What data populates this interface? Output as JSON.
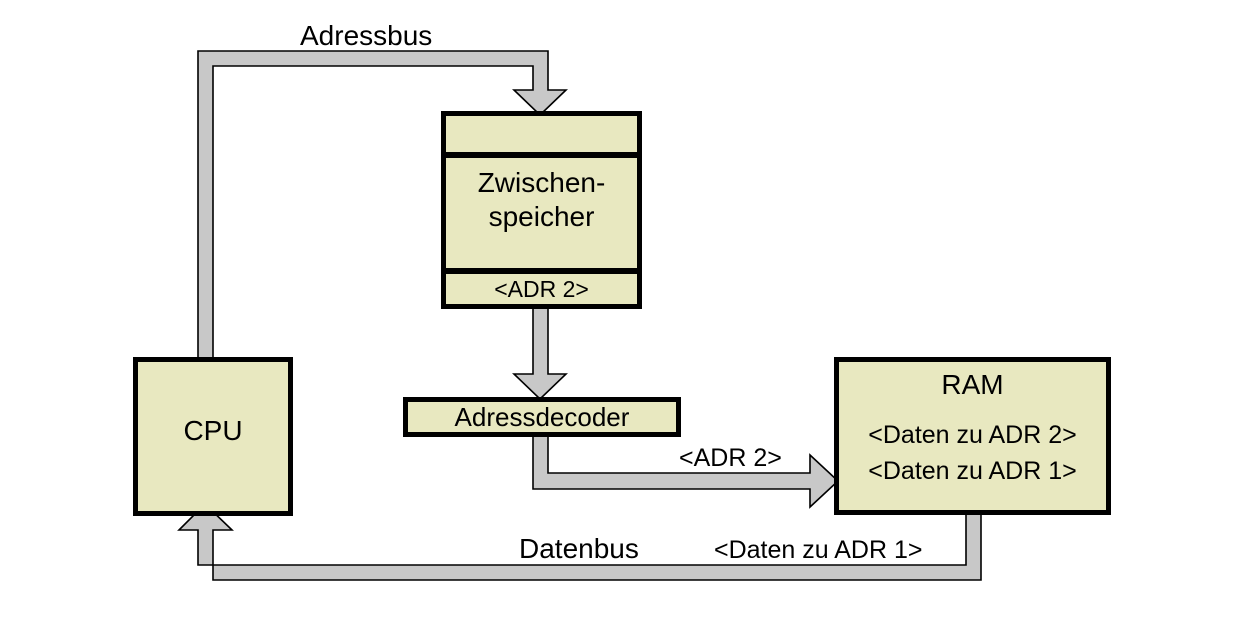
{
  "diagram": {
    "title": "CPU - Zwischenspeicher - Adressdecoder - RAM Busdiagramm",
    "colors": {
      "box_fill": "#e8e8c0",
      "box_border": "#000000",
      "bus_fill": "#c8c8c8",
      "bus_stroke": "#000000",
      "text": "#000000",
      "background": "#ffffff"
    }
  },
  "nodes": {
    "cpu": {
      "label": "CPU"
    },
    "buffer": {
      "slot_empty": "",
      "name": "Zwischen-\nspeicher",
      "value": "<ADR 2>"
    },
    "decoder": {
      "label": "Adressdecoder"
    },
    "ram": {
      "name": "RAM",
      "cells": [
        "<Daten zu ADR 2>",
        "<Daten zu ADR 1>"
      ]
    }
  },
  "buses": {
    "address_bus": {
      "label": "Adressbus"
    },
    "decoder_to_ram": {
      "label": "<ADR 2>"
    },
    "data_bus": {
      "label": "Datenbus",
      "payload": "<Daten zu ADR 1>"
    }
  }
}
